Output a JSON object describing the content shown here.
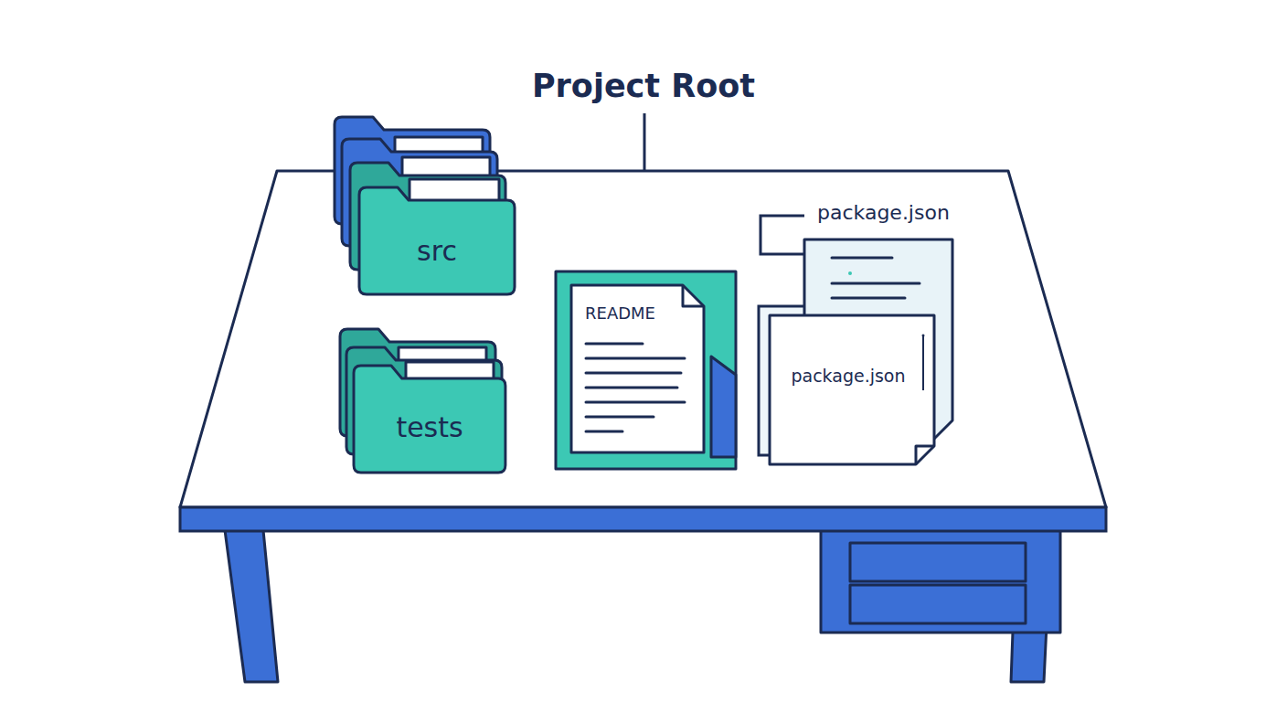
{
  "diagram": {
    "title": "Project Root",
    "nodes": [
      {
        "text": [
          "src"
        ]
      },
      {
        "text": [
          "tests"
        ]
      },
      {
        "text": [
          "README"
        ]
      },
      {
        "text": [
          "package.json"
        ]
      },
      {
        "text": [
          "package.json"
        ]
      }
    ]
  }
}
